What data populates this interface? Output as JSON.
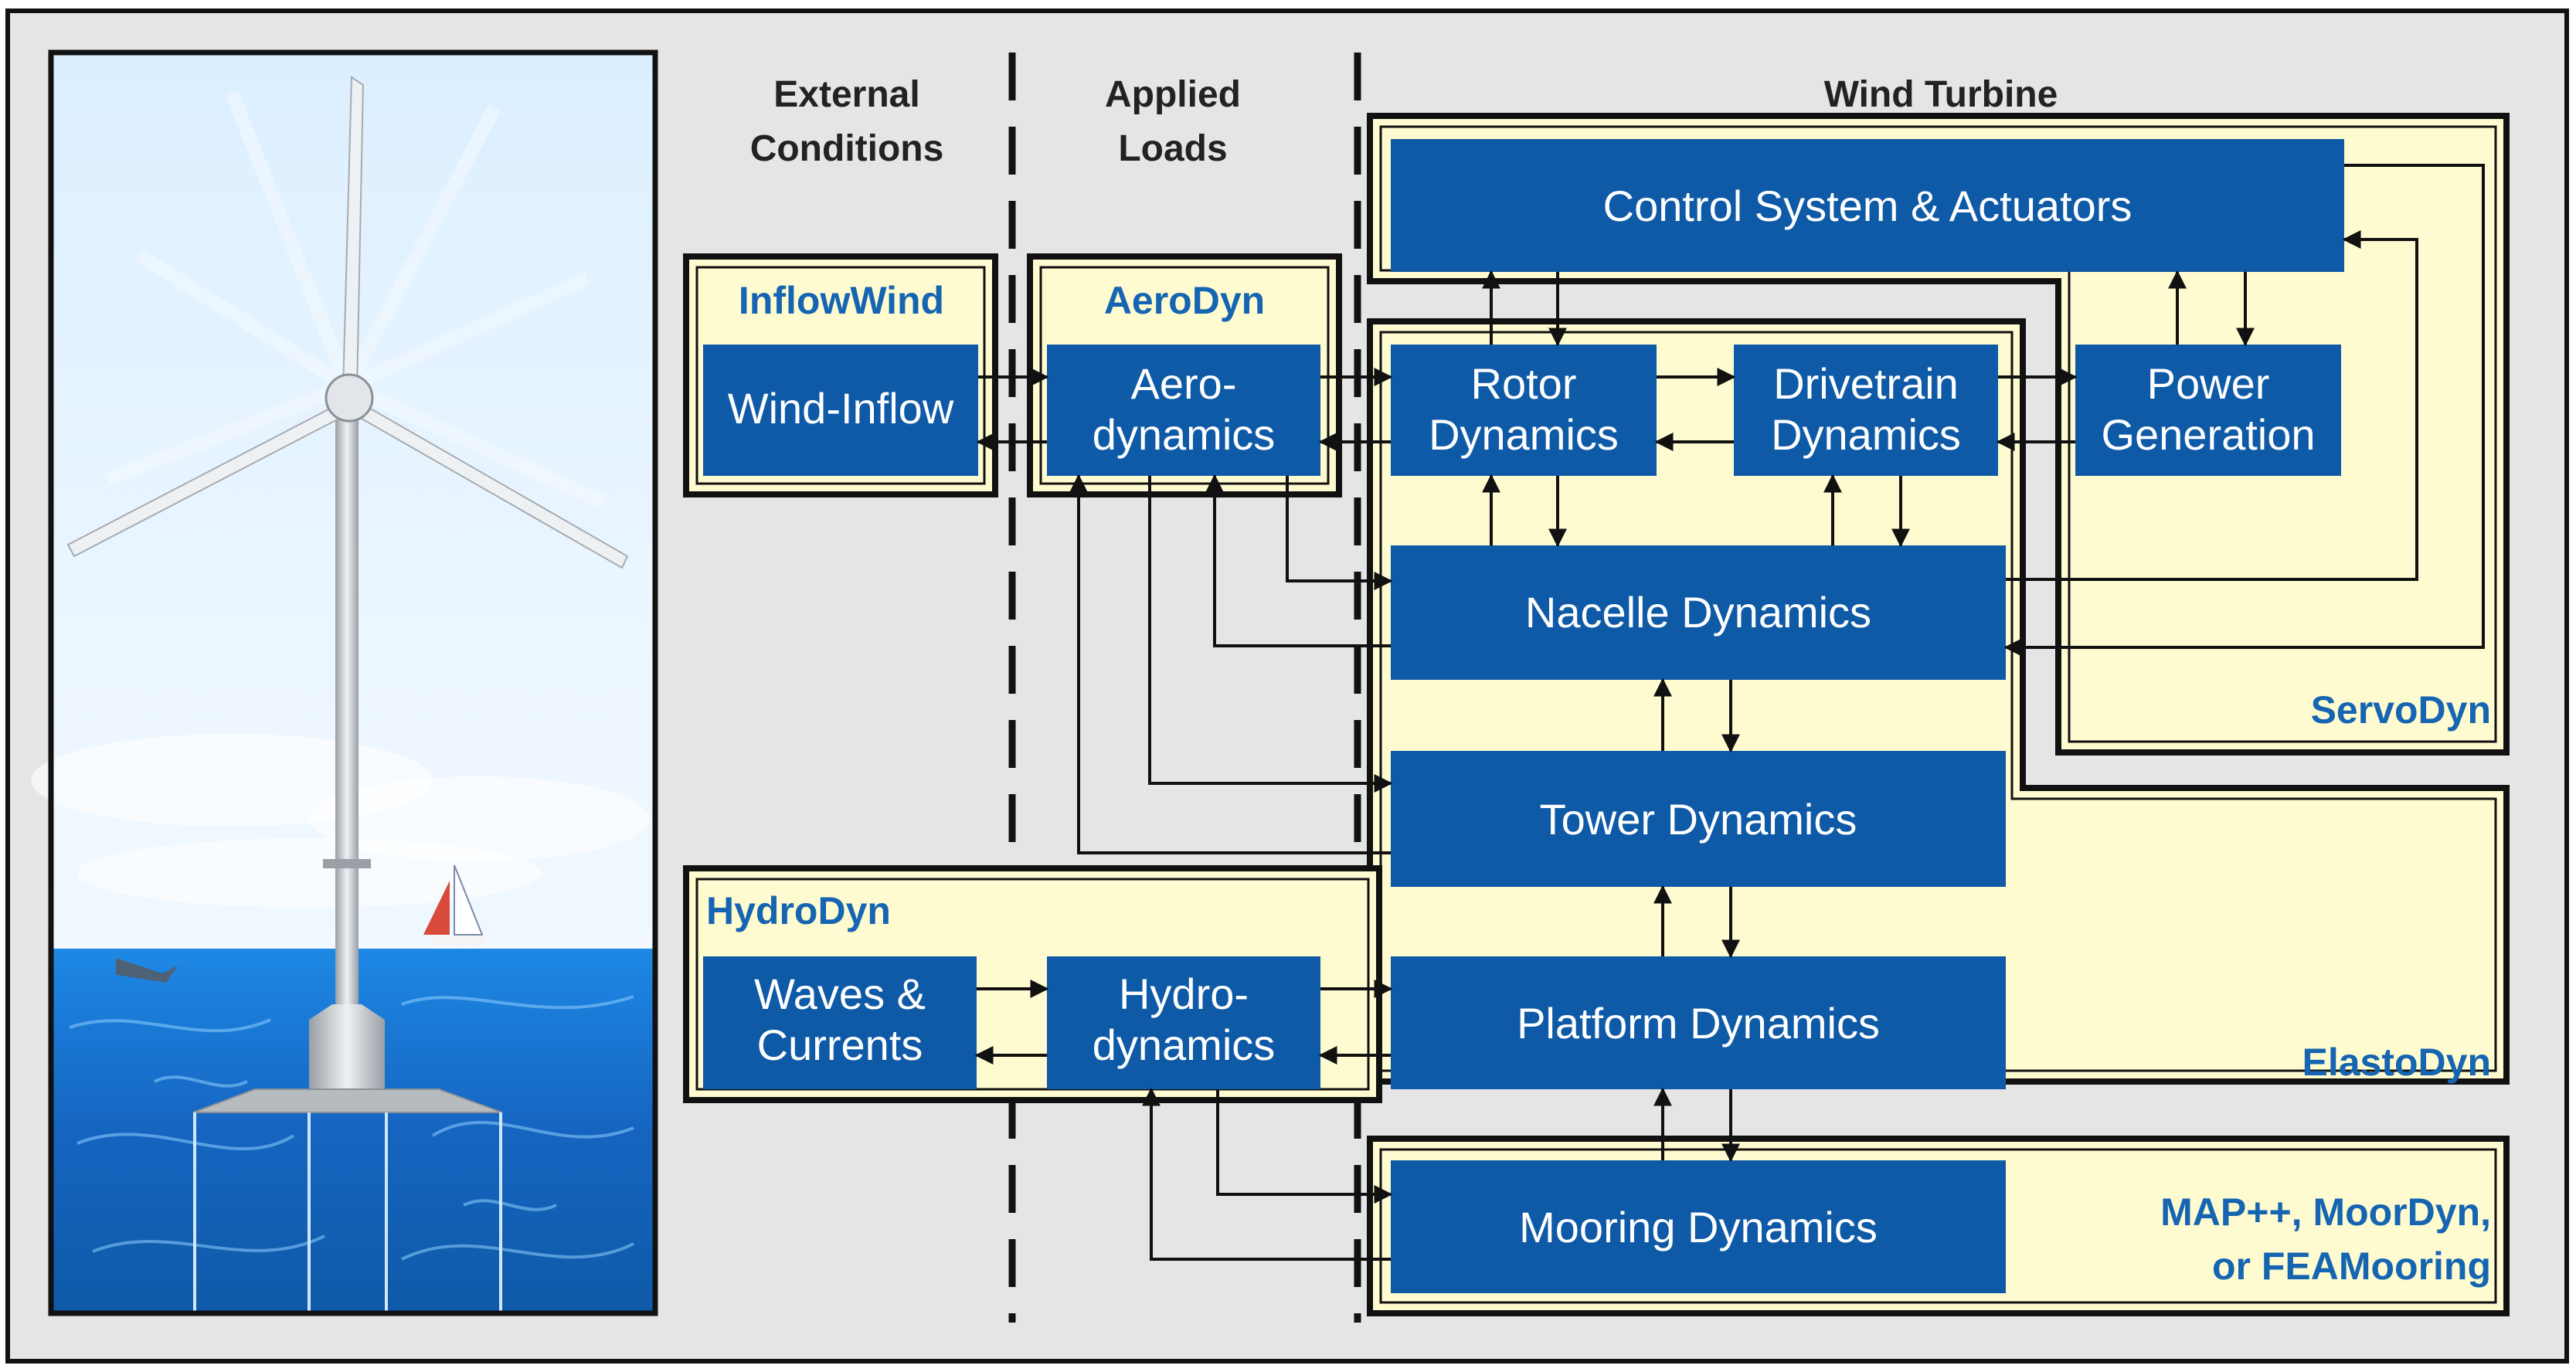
{
  "headers": {
    "external_line1": "External",
    "external_line2": "Conditions",
    "applied_line1": "Applied",
    "applied_line2": "Loads",
    "wind_turbine": "Wind Turbine"
  },
  "modules": {
    "inflowwind": "InflowWind",
    "aerodyn": "AeroDyn",
    "hydrodyn": "HydroDyn",
    "servodyn": "ServoDyn",
    "elastodyn": "ElastoDyn",
    "mooring_line1": "MAP++, MoorDyn,",
    "mooring_line2": "or FEAMooring"
  },
  "blocks": {
    "control": "Control System & Actuators",
    "wind_inflow": "Wind-Inflow",
    "aero_line1": "Aero-",
    "aero_line2": "dynamics",
    "rotor_line1": "Rotor",
    "rotor_line2": "Dynamics",
    "drivetrain_line1": "Drivetrain",
    "drivetrain_line2": "Dynamics",
    "power_line1": "Power",
    "power_line2": "Generation",
    "nacelle": "Nacelle Dynamics",
    "tower": "Tower Dynamics",
    "waves_line1": "Waves &",
    "waves_line2": "Currents",
    "hydro_line1": "Hydro-",
    "hydro_line2": "dynamics",
    "platform": "Platform Dynamics",
    "mooring": "Mooring Dynamics"
  },
  "colors": {
    "block_fill": "#0e5aa7",
    "module_fill": "#fffbd0",
    "module_label": "#1565b2",
    "panel_bg": "#e5e5e5",
    "sea": "#1e88e5",
    "sky": "#dcefff"
  }
}
